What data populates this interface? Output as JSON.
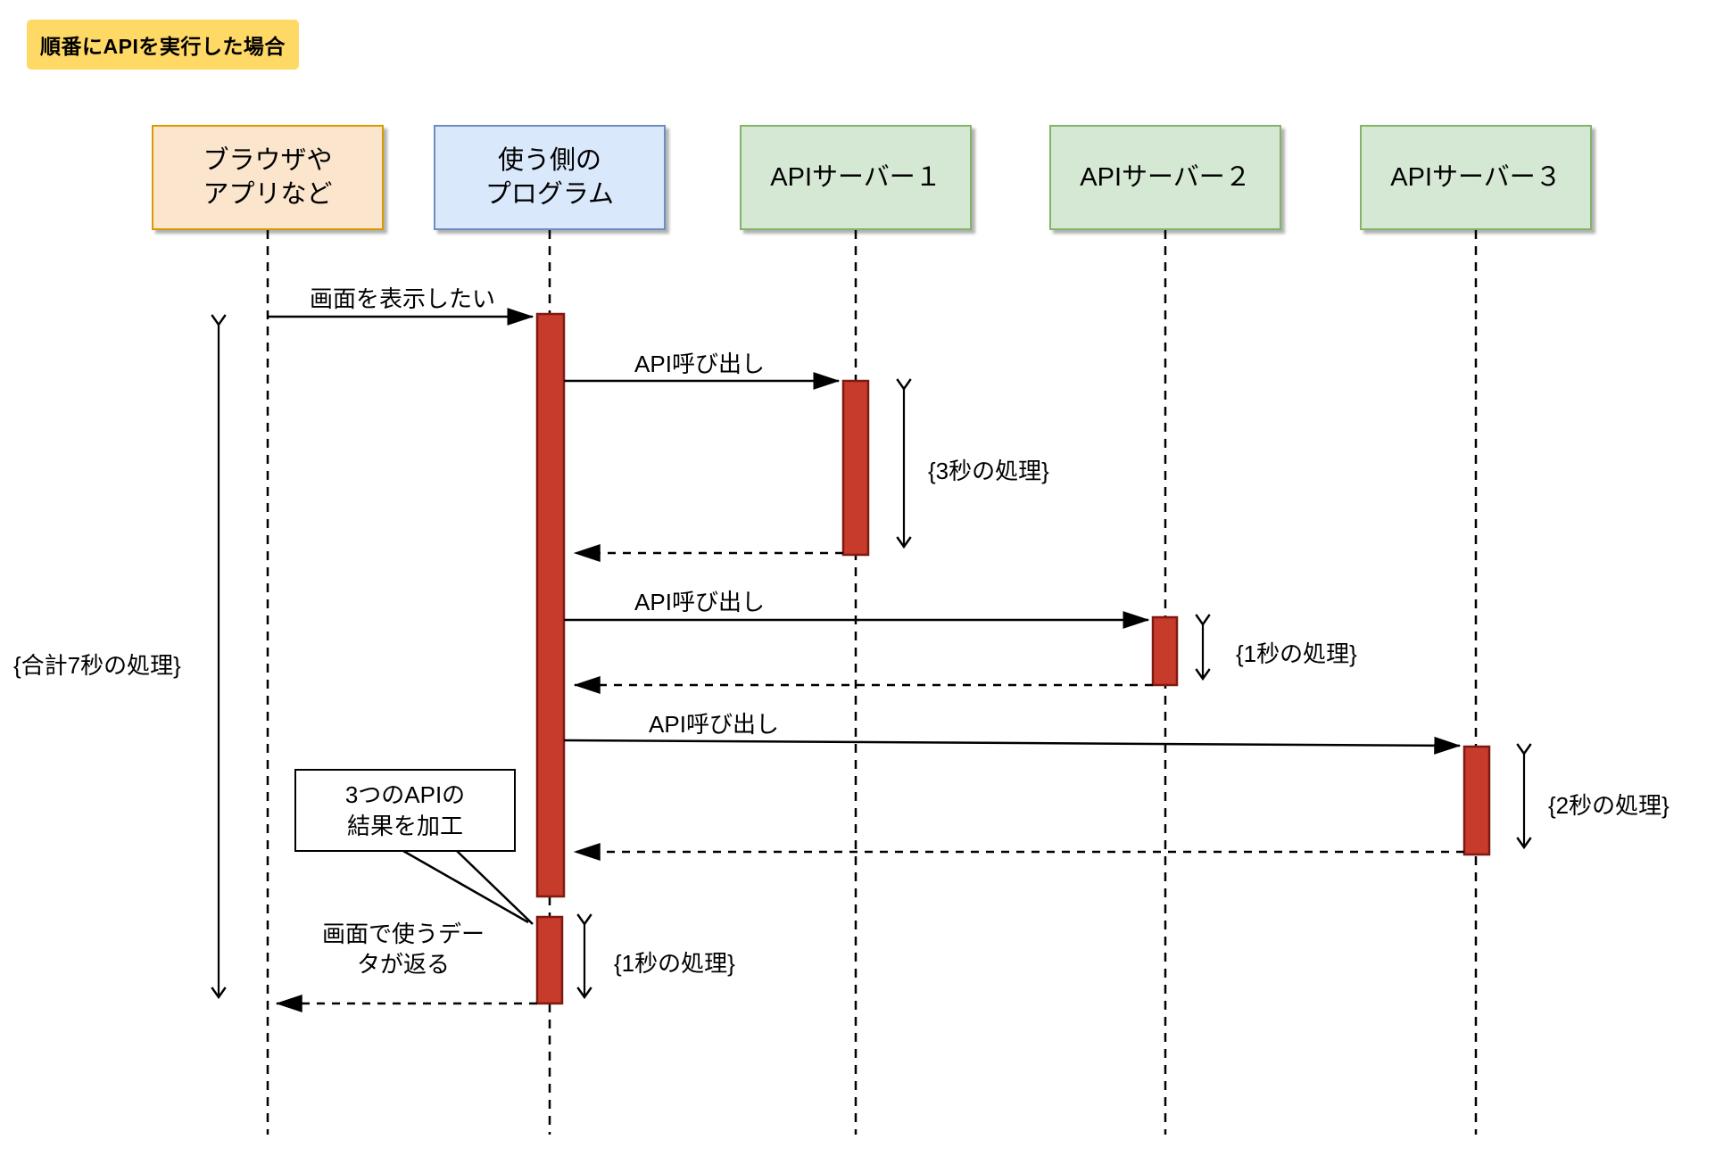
{
  "title": "順番にAPIを実行した場合",
  "actors": {
    "browser": {
      "label": "ブラウザや\nアプリなど"
    },
    "client": {
      "label": "使う側の\nプログラム"
    },
    "server1": {
      "label": "APIサーバー１"
    },
    "server2": {
      "label": "APIサーバー２"
    },
    "server3": {
      "label": "APIサーバー３"
    }
  },
  "messages": {
    "show_screen": "画面を表示したい",
    "api_call_1": "API呼び出し",
    "api_call_2": "API呼び出し",
    "api_call_3": "API呼び出し"
  },
  "annotations": {
    "server1_duration": "{3秒の処理}",
    "server2_duration": "{1秒の処理}",
    "server3_duration": "{2秒の処理}",
    "client_duration": "{1秒の処理}",
    "total_duration": "{合計7秒の処理}",
    "callout": "3つのAPIの\n結果を加工",
    "return_note": "画面で使うデー\nタが返る"
  },
  "colors": {
    "title-bg": "#FFD966",
    "browser-fill": "#FCE5CD",
    "browser-border": "#D79B00",
    "client-fill": "#DAE8FC",
    "client-border": "#6C8EBF",
    "server-fill": "#D5E8D4",
    "server-border": "#82B366",
    "activation-fill": "#C73B2B",
    "activation-border": "#7E1A10"
  }
}
